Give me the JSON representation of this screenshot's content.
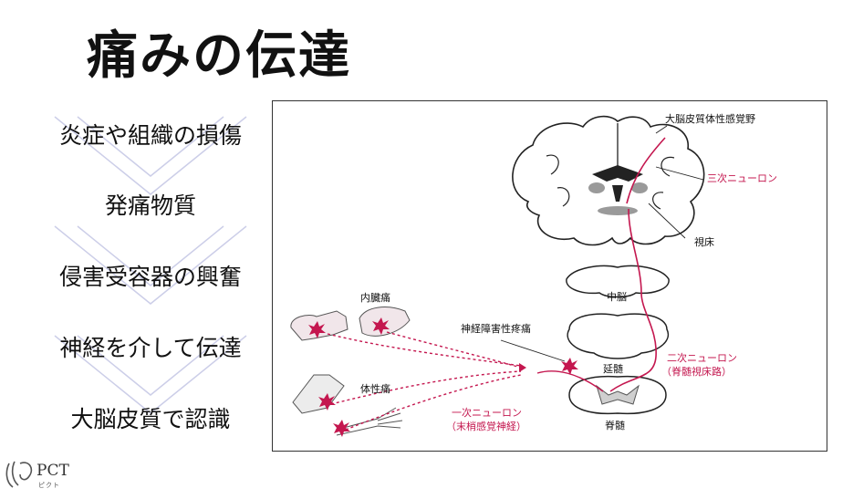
{
  "slide": {
    "title": "痛みの伝達",
    "steps": [
      "炎症や組織の損傷",
      "発痛物質",
      "侵害受容器の興奮",
      "神経を介して伝達",
      "大脳皮質で認識"
    ]
  },
  "figure": {
    "labels": {
      "cortex": "大脳皮質体性感覚野",
      "third_neuron": "三次ニューロン",
      "thalamus": "視床",
      "midbrain": "中脳",
      "visceral_pain": "内臓痛",
      "neuropathic_pain": "神経障害性疼痛",
      "second_neuron": "二次ニューロン",
      "second_neuron_sub": "（脊髄視床路）",
      "medulla": "延髄",
      "somatic_pain": "体性痛",
      "first_neuron": "一次ニューロン",
      "first_neuron_sub": "（末梢感覚神経）",
      "spinal_cord": "脊髄"
    },
    "colors": {
      "pathway": "#c4174f",
      "stimulus": "#c4174f"
    }
  },
  "logo": {
    "text": "PCT",
    "sub": "ピクト"
  }
}
